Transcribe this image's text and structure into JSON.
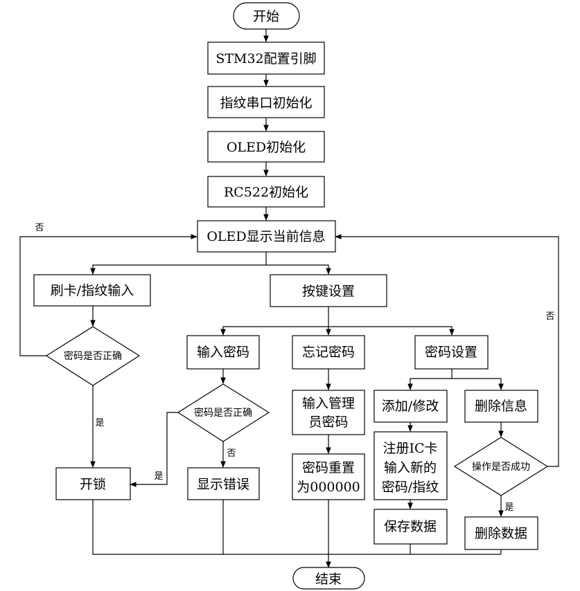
{
  "nodes": {
    "start": "开始",
    "stm32": "STM32配置引脚",
    "fp_init": "指纹串口初始化",
    "oled_init": "OLED初始化",
    "rc522_init": "RC522初始化",
    "oled_show": "OLED显示当前信息",
    "card_fp": "刷卡/指纹输入",
    "keys": "按键设置",
    "check_pw_left": "密码是否正确",
    "input_pw": "输入密码",
    "forget_pw": "忘记密码",
    "pw_setting": "密码设置",
    "check_pw_mid": "密码是否正确",
    "admin_pw_1": "输入管理",
    "admin_pw_2": "员密码",
    "add_modify": "添加/修改",
    "delete_info": "删除信息",
    "unlock": "开锁",
    "show_error": "显示错误",
    "reset_1": "密码重置",
    "reset_2": "为000000",
    "register_1": "注册IC卡",
    "register_2": "输入新的",
    "register_3": "密码/指纹",
    "op_success": "操作是否成功",
    "save_data": "保存数据",
    "delete_data": "删除数据",
    "end": "结束"
  },
  "edge_labels": {
    "no_left": "否",
    "yes_left": "是",
    "yes_mid": "是",
    "no_mid": "否",
    "no_right": "否",
    "yes_right": "是"
  }
}
